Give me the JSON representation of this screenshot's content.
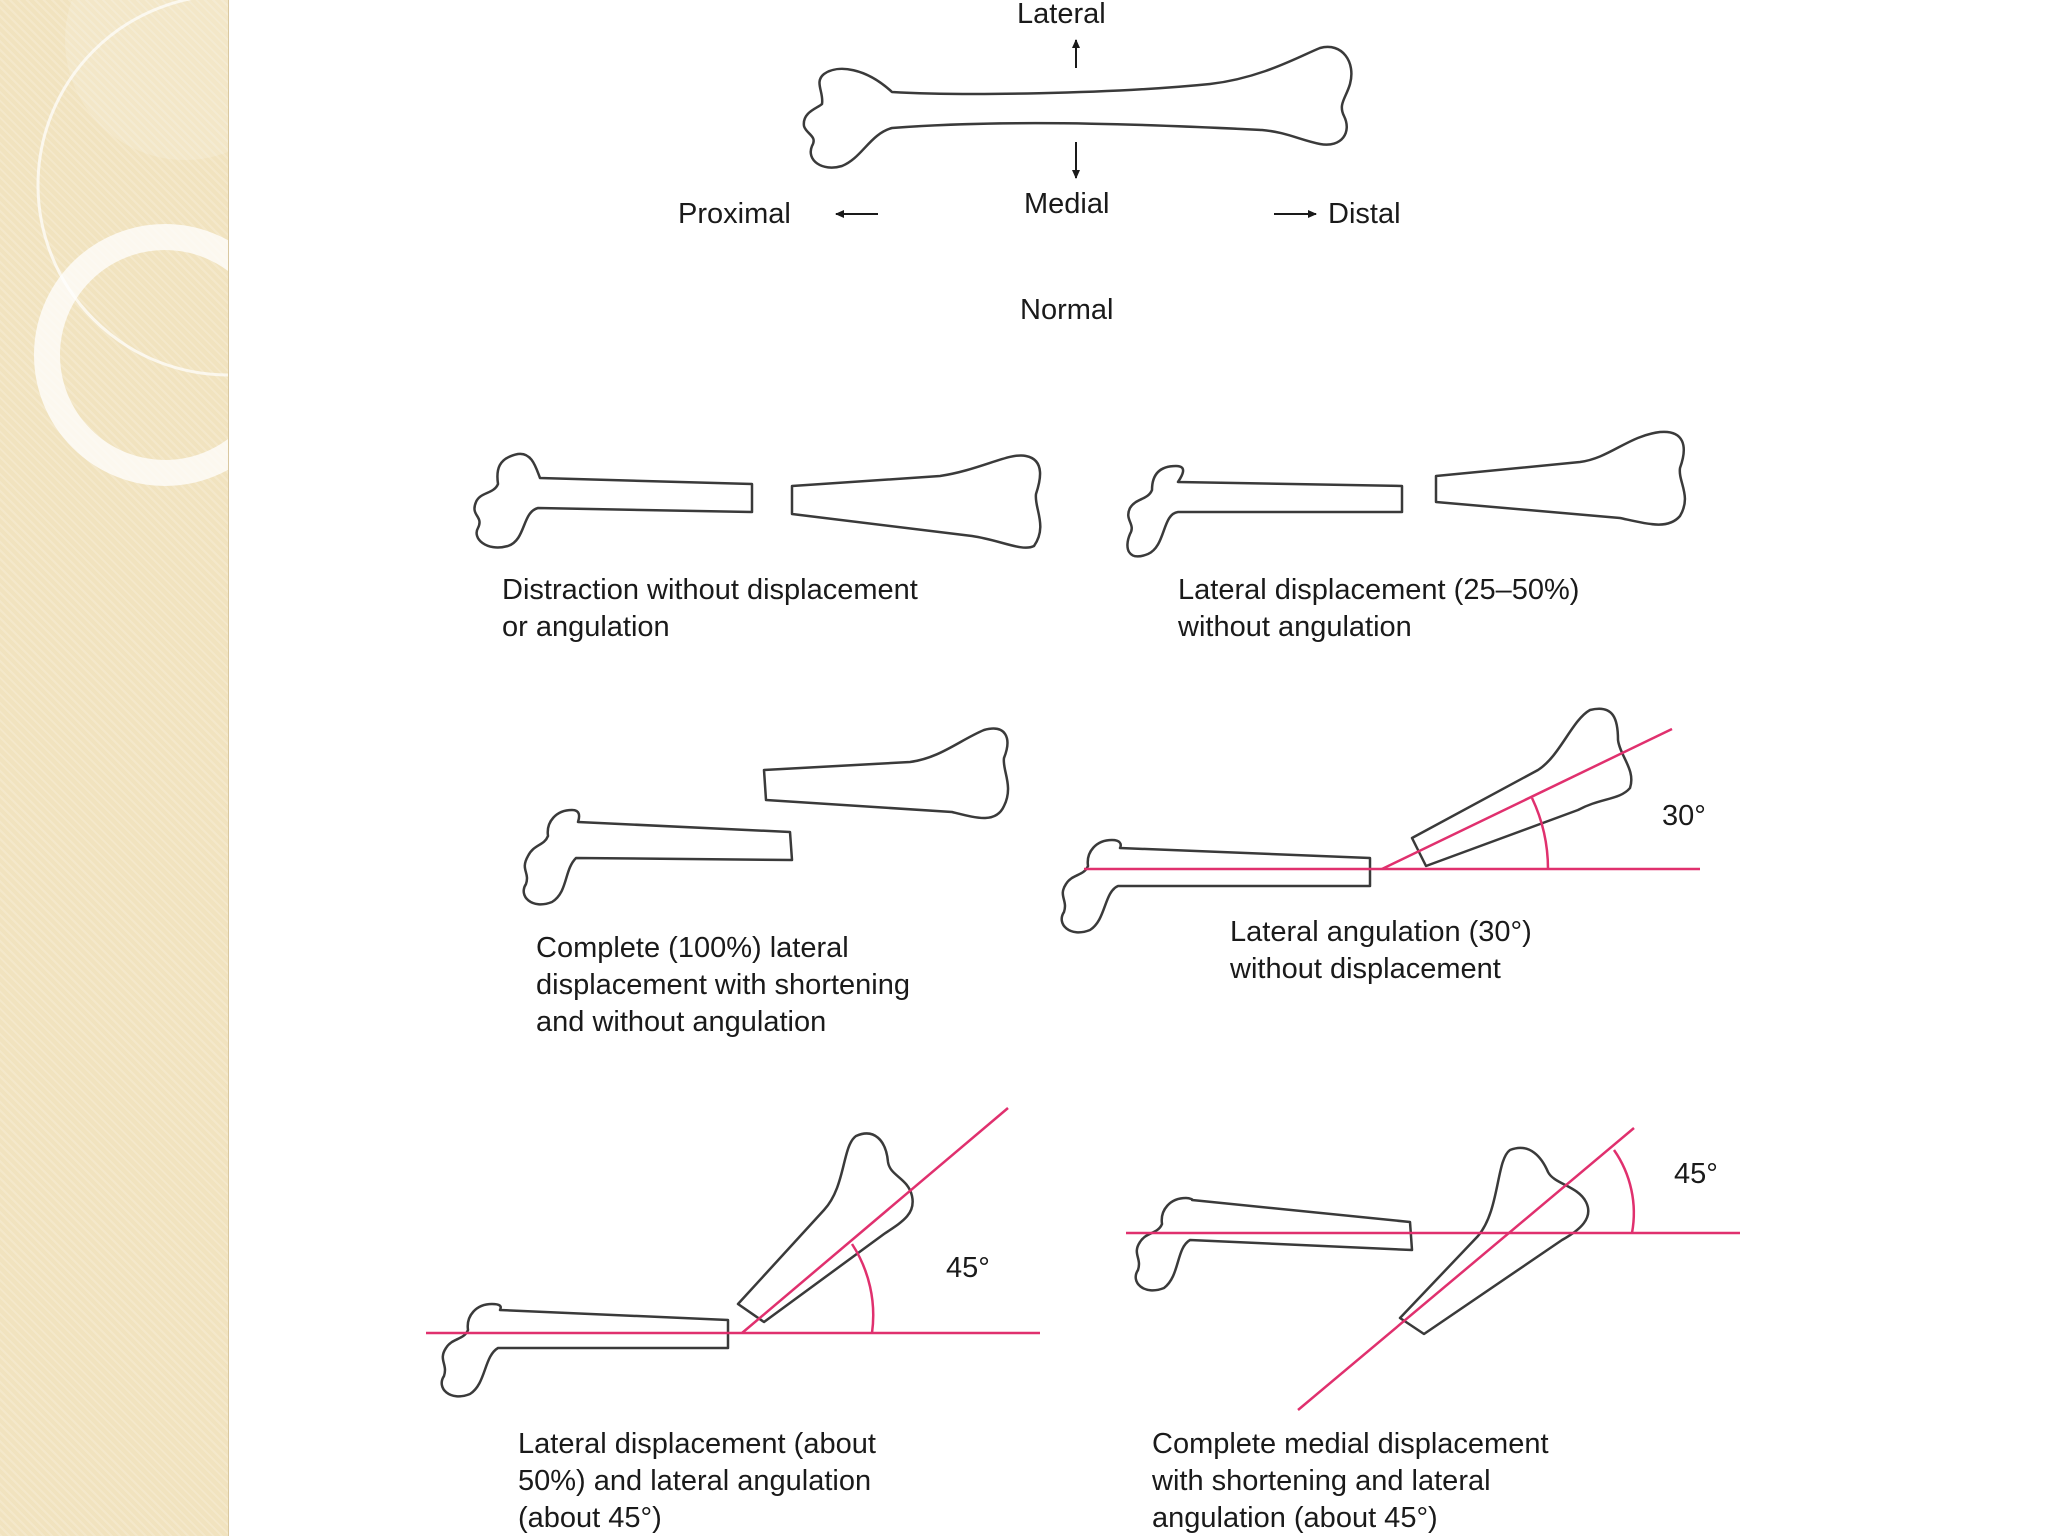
{
  "sidebar": {
    "accent_color": "#f1e3bf",
    "decorations": [
      "ring-icon",
      "ring-icon",
      "ring-icon"
    ]
  },
  "orientation": {
    "lateral": "Lateral",
    "medial": "Medial",
    "proximal": "Proximal",
    "distal": "Distal",
    "normal": "Normal"
  },
  "panels": [
    {
      "caption_lines": [
        "Distraction without displacement",
        "or angulation"
      ]
    },
    {
      "caption_lines": [
        "Lateral displacement (25–50%)",
        "without angulation"
      ]
    },
    {
      "caption_lines": [
        "Complete (100%) lateral",
        "displacement with shortening",
        "and without angulation"
      ]
    },
    {
      "caption_lines": [
        "Lateral angulation (30°)",
        "without displacement"
      ],
      "angle_label": "30°"
    },
    {
      "caption_lines": [
        "Lateral displacement (about",
        "50%) and lateral angulation",
        "(about 45°)"
      ],
      "angle_label": "45°"
    },
    {
      "caption_lines": [
        "Complete medial displacement",
        "with shortening and lateral",
        "angulation (about 45°)"
      ],
      "angle_label": "45°"
    }
  ],
  "colors": {
    "reference_line": "#e0306e",
    "outline": "#3a3a3a"
  }
}
